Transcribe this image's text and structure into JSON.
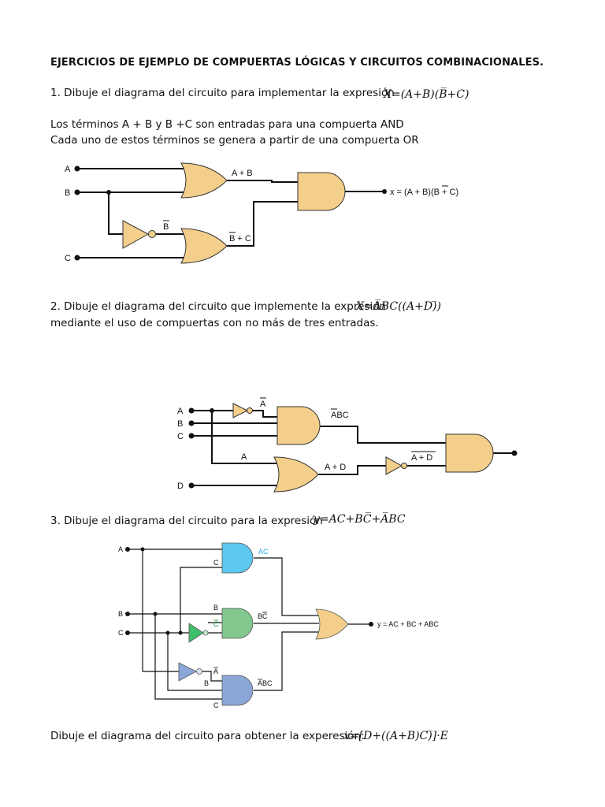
{
  "title": "EJERCICIOS DE EJEMPLO DE COMPUERTAS LÓGICAS Y CIRCUITOS COMBINACIONALES.",
  "ex1": {
    "prompt": "1. Dibuje el diagrama del circuito para implementar la expresión",
    "expr": "X=(A+B)(B̅+C)",
    "note1": "Los términos A + B y B +C son entradas para una compuerta AND",
    "note2": "Cada uno de estos términos se genera a partir de una compuerta OR",
    "labels": {
      "a": "A",
      "b": "B",
      "c": "C",
      "apb": "A + B",
      "bbar": "B",
      "bbpc": "B + C",
      "out": "x = (A + B)(B + C)"
    }
  },
  "ex2": {
    "prompt1": "2. Dibuje el diagrama del circuito que implemente la expresión",
    "prompt2": "mediante el uso de compuertas con no más de tres entradas.",
    "expr": "X=A̅BC((A+D)̅)",
    "labels": {
      "a": "A",
      "b": "B",
      "c": "C",
      "d": "D",
      "abar": "A",
      "abc": "ABC",
      "a2": "A",
      "apd": "A + D",
      "apdbar": "A + D"
    }
  },
  "ex3": {
    "prompt": "3. Dibuje el diagrama del circuito para la expresión",
    "expr": "y=AC+BC̅+A̅BC",
    "labels": {
      "a": "A",
      "b": "B",
      "c": "C",
      "c1": "C",
      "ac": "AC",
      "b2": "B",
      "cbar": "C",
      "bcbar": "BC",
      "abar": "A",
      "b3": "B",
      "c3": "C",
      "abc": "ABC",
      "out": "y = AC + BC + ABC"
    }
  },
  "ex4": {
    "prompt": "Dibuje el diagrama del circuito para obtener la experesión:",
    "expr": "x=[D+((A+B)C)̅]·E"
  }
}
